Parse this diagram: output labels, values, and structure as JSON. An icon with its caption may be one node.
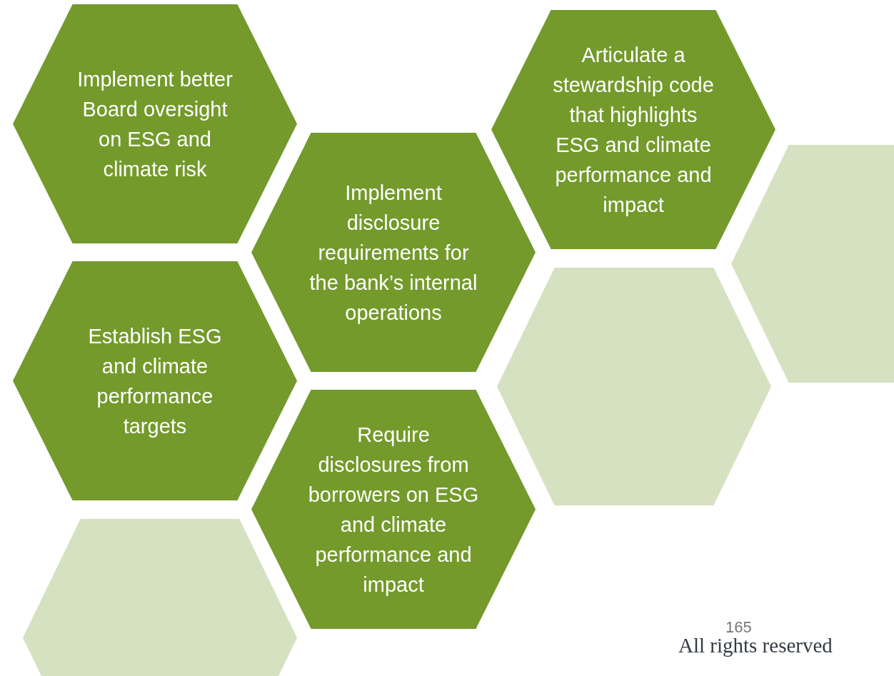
{
  "diagram": {
    "nodes": [
      {
        "text": [
          "Implement better Board oversight on ESG and climate risk"
        ]
      },
      {
        "text": [
          "Implement disclosure requirements for the bank’s internal operations"
        ]
      },
      {
        "text": [
          "Articulate a stewardship code that highlights ESG and climate performance and impact"
        ]
      },
      {
        "text": [
          "Establish ESG and climate performance targets"
        ]
      },
      {
        "text": [
          "Require disclosures from borrowers on ESG and climate performance and impact"
        ]
      },
      {
        "text": [],
        "shape": "hexagon"
      },
      {
        "text": [],
        "shape": "hexagon"
      },
      {
        "text": [],
        "shape": "hexagon"
      }
    ],
    "labels": [
      "165",
      "All rights reserved"
    ]
  }
}
